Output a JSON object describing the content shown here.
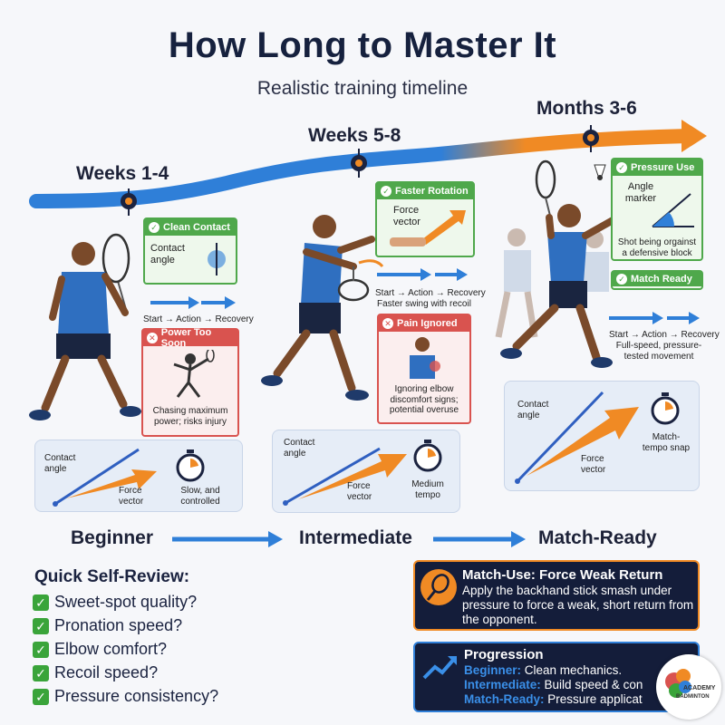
{
  "title": "How Long to Master It",
  "subtitle": "Realistic training timeline",
  "timeline": {
    "weeks14": "Weeks 1-4",
    "weeks58": "Weeks 5-8",
    "months36": "Months 3-6"
  },
  "beginner": {
    "clean_contact_title": "Clean Contact",
    "clean_contact_text": "Contact angle",
    "sequence": "Start → Action → Recovery",
    "power_title": "Power Too Soon",
    "power_text": "Chasing maximum power; risks injury",
    "panel_contact": "Contact angle",
    "panel_force": "Force vector",
    "panel_tempo": "Slow, and controlled"
  },
  "intermediate": {
    "faster_title": "Faster Rotation",
    "faster_text": "Force vector",
    "sequence": "Start → Action → Recovery",
    "sequence_sub": "Faster swing with recoil",
    "pain_title": "Pain Ignored",
    "pain_text": "Ignoring elbow discomfort signs; potential overuse",
    "panel_contact": "Contact angle",
    "panel_force": "Force vector",
    "panel_tempo": "Medium tempo"
  },
  "advanced": {
    "pressure_title": "Pressure Use",
    "pressure_label": "Angle marker",
    "pressure_text": "Shot being orgainst a defensive block",
    "match_ready_title": "Match Ready",
    "sequence": "Start → Action → Recovery",
    "sequence_sub": "Full-speed, pressure-tested movement",
    "panel_contact": "Contact angle",
    "panel_force": "Force vector",
    "panel_tempo": "Match-tempo snap"
  },
  "stages": [
    "Beginner",
    "Intermediate",
    "Match-Ready"
  ],
  "review": {
    "title": "Quick Self-Review:",
    "items": [
      "Sweet-spot quality?",
      "Pronation speed?",
      "Elbow comfort?",
      "Recoil speed?",
      "Pressure consistency?"
    ]
  },
  "match_use": {
    "title": "Match-Use: Force Weak Return",
    "text": "Apply the backhand stick smash under pressure to force a weak, short return from the opponent."
  },
  "progression": {
    "title": "Progression",
    "rows": [
      {
        "label": "Beginner:",
        "text": "Clean mechanics."
      },
      {
        "label": "Intermediate:",
        "text": "Build speed & con"
      },
      {
        "label": "Match-Ready:",
        "text": "Pressure applicat"
      }
    ]
  },
  "logo": {
    "line1": "ACADEMY",
    "line2": "BADMINTON"
  },
  "colors": {
    "accent_blue": "#2f7fd8",
    "accent_orange": "#f08a24",
    "good": "#4fa84b",
    "bad": "#d9534f",
    "dark": "#141d3a"
  }
}
